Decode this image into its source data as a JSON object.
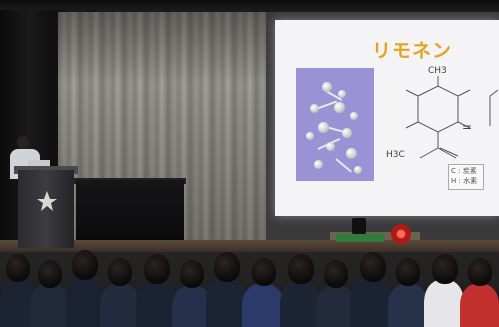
{
  "slide": {
    "title": "リモネン",
    "formula_top": "CH3",
    "formula_bottom": "H3C",
    "equals": "=",
    "legend": [
      "C : 炭素",
      "H : 水素"
    ]
  },
  "colors": {
    "title": "#e5a41f",
    "molecule_bg": "#9b92d6",
    "screen": "#f4f3f5"
  }
}
